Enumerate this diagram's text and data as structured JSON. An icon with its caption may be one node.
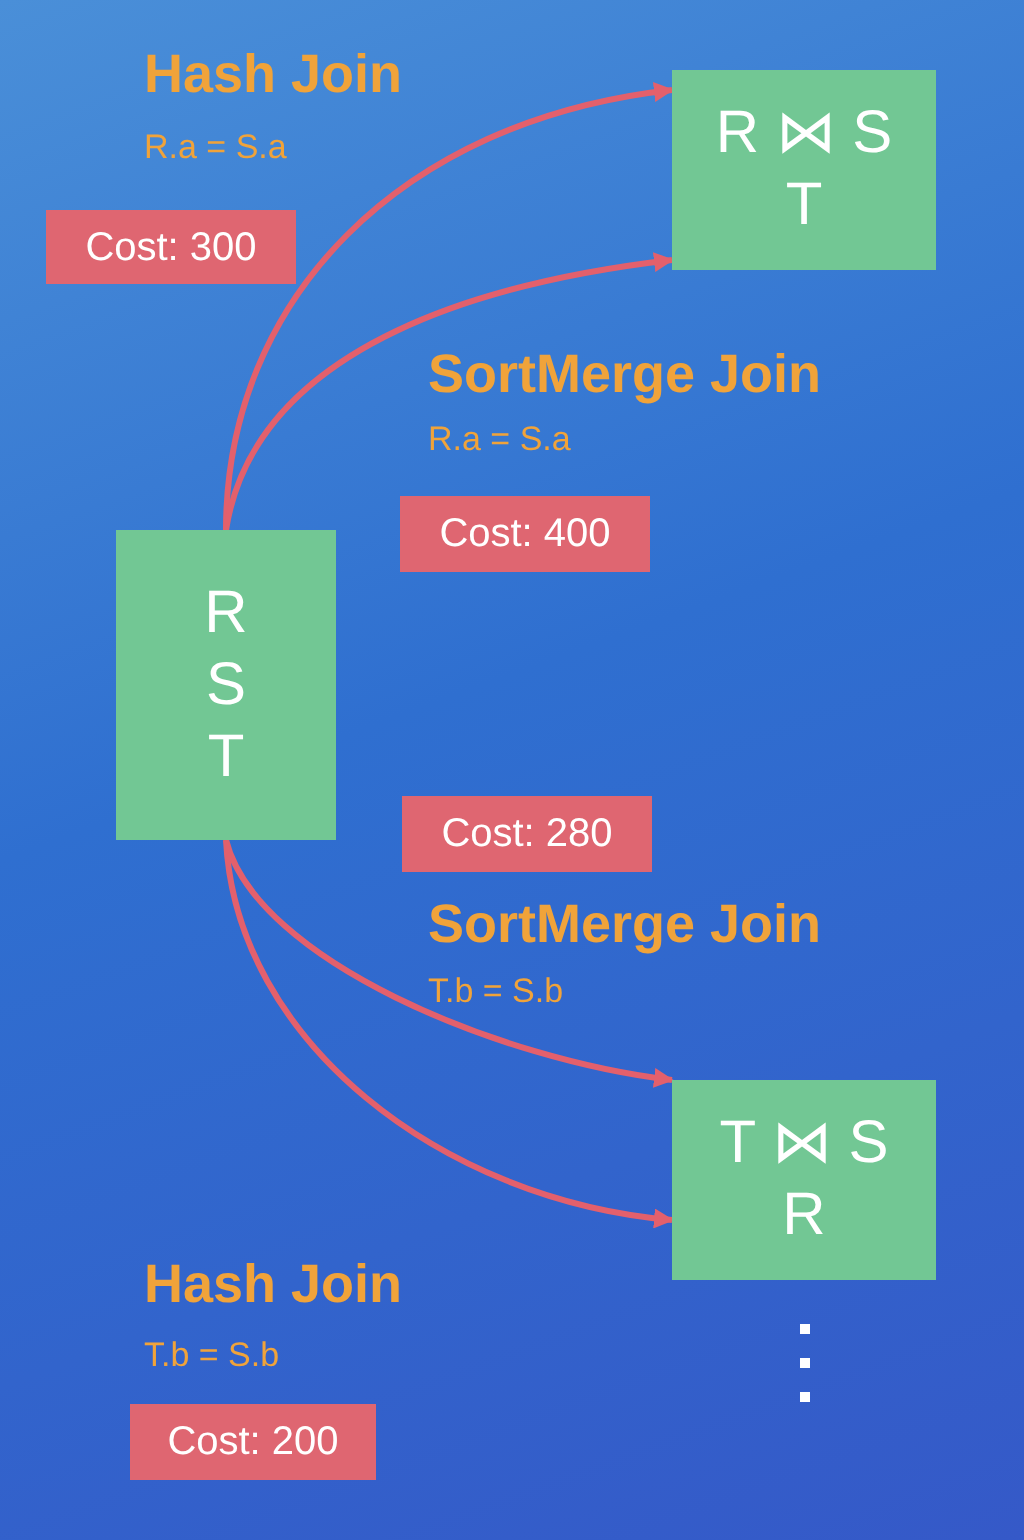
{
  "diagram": {
    "nodes": [
      {
        "text": [
          "R ⋈ S T"
        ]
      },
      {
        "text": [
          "Cost: 300"
        ]
      },
      {
        "text": [
          "Cost: 400"
        ]
      },
      {
        "text": [
          "R S T"
        ]
      },
      {
        "text": [
          "Cost: 280"
        ]
      },
      {
        "text": [
          "T ⋈ S R"
        ]
      },
      {
        "text": [
          "Cost: 200"
        ]
      }
    ],
    "edges": [
      {
        "from": 3,
        "to": 0,
        "arrow": "to"
      },
      {
        "from": 3,
        "to": 0,
        "arrow": "to"
      },
      {
        "from": 3,
        "to": 5,
        "arrow": "to"
      },
      {
        "from": 3,
        "to": 5,
        "arrow": "to"
      }
    ],
    "labels": [
      "Hash Join",
      "R.a = S.a",
      "SortMerge Join",
      "R.a = S.a",
      "SortMerge Join",
      "T.b = S.b",
      "Hash Join",
      "T.b = S.b"
    ]
  }
}
